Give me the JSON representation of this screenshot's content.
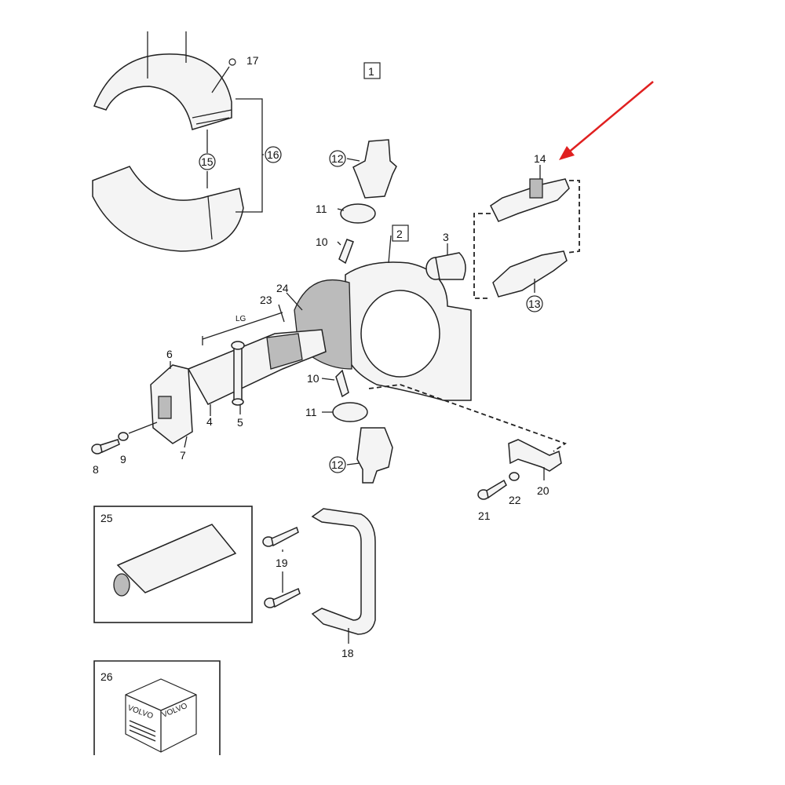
{
  "diagram": {
    "title_box": "1",
    "callouts": {
      "c17": "17",
      "c16": "16",
      "c15": "15",
      "c12a": "12",
      "c11a": "11",
      "c10a": "10",
      "c2": "2",
      "c3": "3",
      "c14": "14",
      "c13": "13",
      "c24": "24",
      "c23": "23",
      "lg": "LG",
      "c6": "6",
      "c10b": "10",
      "c11b": "11",
      "c4": "4",
      "c5": "5",
      "c7": "7",
      "c8": "8",
      "c9": "9",
      "c12b": "12",
      "c20": "20",
      "c22": "22",
      "c21": "21",
      "c25": "25",
      "c19": "19",
      "c18": "18",
      "c26": "26"
    },
    "box_label": "VOLVO",
    "arrow_color": "#e02020"
  }
}
